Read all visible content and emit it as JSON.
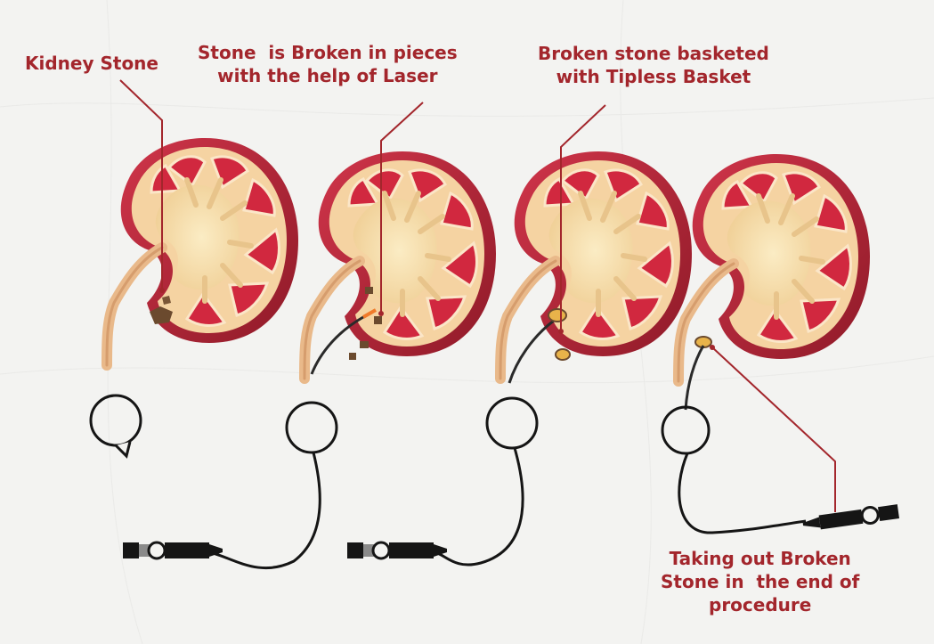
{
  "steps": [
    {
      "lines": [
        "Kidney Stone"
      ]
    },
    {
      "lines": [
        "Stone  is Broken in pieces",
        "with the help of Laser"
      ]
    },
    {
      "lines": [
        "Broken stone basketed",
        "with Tipless Basket"
      ]
    },
    {
      "lines": [
        "Taking out Broken",
        "Stone in  the end of",
        "procedure"
      ]
    }
  ],
  "colors": {
    "label_text": "#a3262c",
    "kidney_outer": "#b82333",
    "kidney_cortex": "#f5d3a2",
    "kidney_pyramid": "#d1283f",
    "kidney_pelvis": "#f6e2b3",
    "stone": "#6b4a2e",
    "scope": "#151515",
    "leader_line": "#a3262c",
    "paper": "#f3f3f1"
  },
  "icons": [
    "kidney-icon",
    "stone-icon",
    "laser-fiber-icon",
    "basket-icon",
    "ureteroscope-icon",
    "magnifier-circle-icon"
  ]
}
